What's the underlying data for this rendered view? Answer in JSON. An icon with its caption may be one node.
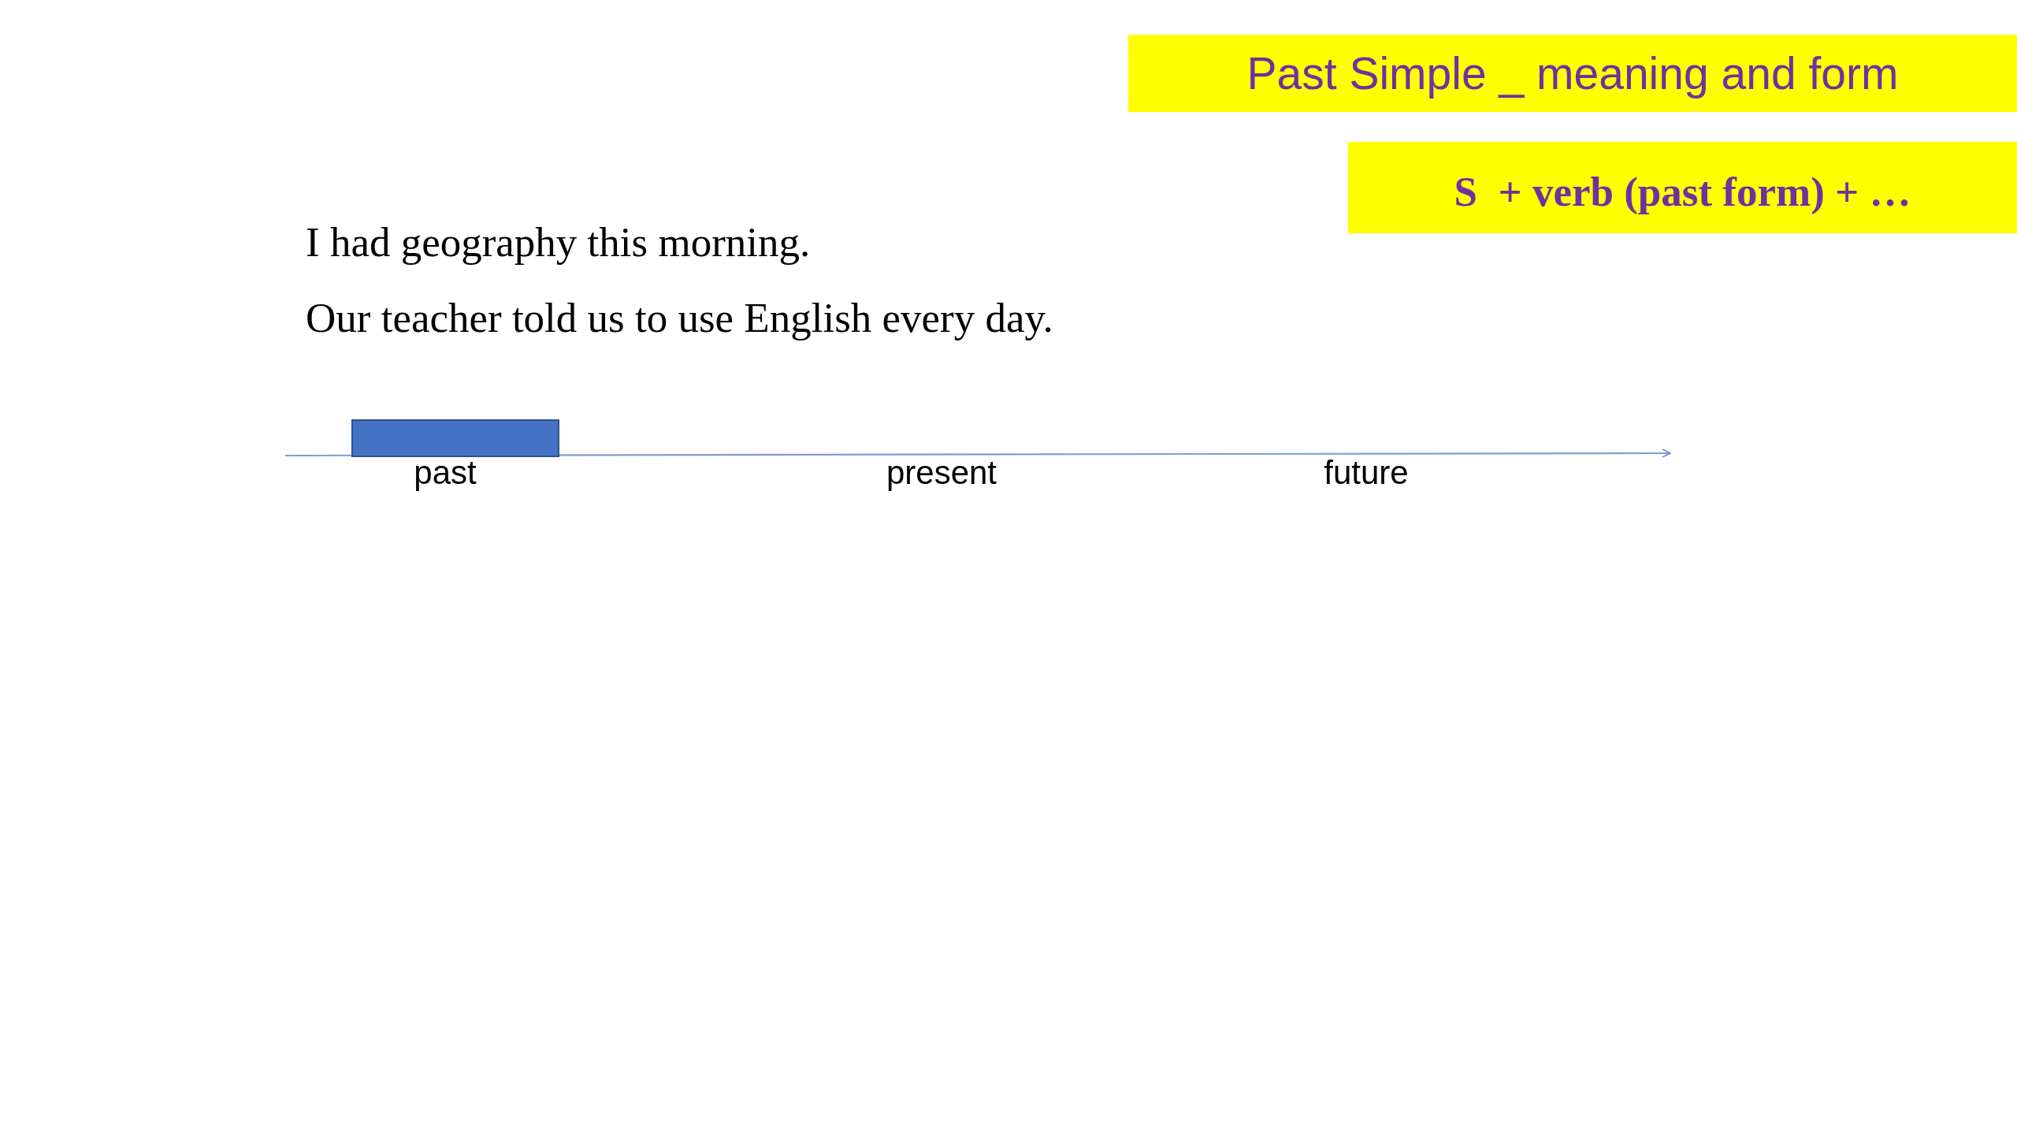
{
  "diagram": {
    "title": "Past Simple _ meaning and form",
    "nodes": [
      {
        "text": [
          "S  + verb (past form) + …"
        ]
      },
      {
        "text": [],
        "shape": "bar"
      }
    ],
    "labels": [
      "I had geography this morning.",
      "Our teacher told us to use English every day.",
      "past",
      "present",
      "future"
    ]
  }
}
